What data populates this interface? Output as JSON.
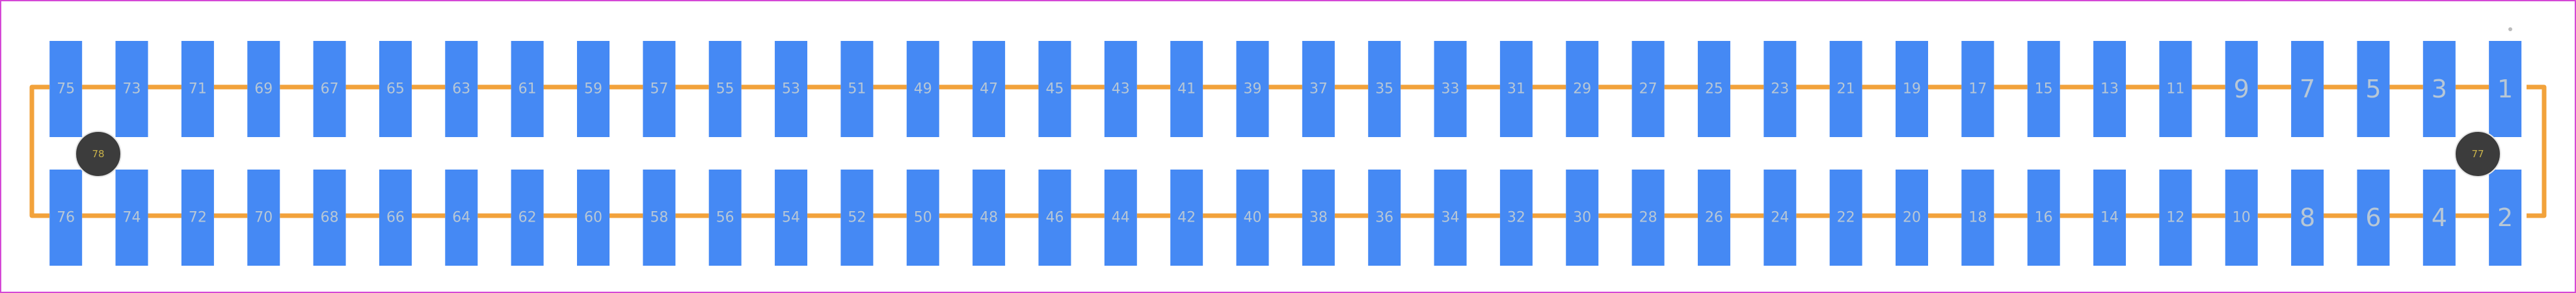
{
  "colors": {
    "background": "#ffffff",
    "board_border": "#d548d6",
    "pad_fill": "#4589f4",
    "outline": "#f2a23b",
    "hole_fill": "#3c3c3c",
    "hole_stroke": "#e6e6e6",
    "pad_label": "#b7c7d6",
    "hole_label": "#c9b24a"
  },
  "top_row_labels": [
    "75",
    "73",
    "71",
    "69",
    "67",
    "65",
    "63",
    "61",
    "59",
    "57",
    "55",
    "53",
    "51",
    "49",
    "47",
    "45",
    "43",
    "41",
    "39",
    "37",
    "35",
    "33",
    "31",
    "29",
    "27",
    "25",
    "23",
    "21",
    "19",
    "17",
    "15",
    "13",
    "11",
    "9",
    "7",
    "5",
    "3",
    "1"
  ],
  "bottom_row_labels": [
    "76",
    "74",
    "72",
    "70",
    "68",
    "66",
    "64",
    "62",
    "60",
    "58",
    "56",
    "54",
    "52",
    "50",
    "48",
    "46",
    "44",
    "42",
    "40",
    "38",
    "36",
    "34",
    "32",
    "30",
    "28",
    "26",
    "24",
    "22",
    "20",
    "18",
    "16",
    "14",
    "12",
    "10",
    "8",
    "6",
    "4",
    "2"
  ],
  "mounting_holes": [
    {
      "label": "78",
      "side": "left"
    },
    {
      "label": "77",
      "side": "right"
    }
  ],
  "pin1_marker": "dot"
}
